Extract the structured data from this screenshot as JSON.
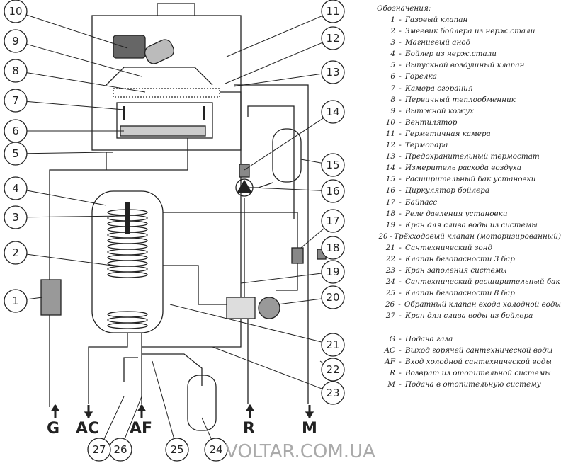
{
  "legend": {
    "title": "Обозначения:",
    "items": [
      {
        "key": "1",
        "label": "Газовый клапан"
      },
      {
        "key": "2",
        "label": "Змеевик бойлера из нерж.стали"
      },
      {
        "key": "3",
        "label": "Магниевый анод"
      },
      {
        "key": "4",
        "label": "Бойлер из нерж.стали"
      },
      {
        "key": "5",
        "label": "Выпускной воздушный клапан"
      },
      {
        "key": "6",
        "label": "Горелка"
      },
      {
        "key": "7",
        "label": "Камера сгорания"
      },
      {
        "key": "8",
        "label": "Первичный теплообменник"
      },
      {
        "key": "9",
        "label": "Вытжной кожух"
      },
      {
        "key": "10",
        "label": "Вентилятор"
      },
      {
        "key": "11",
        "label": "Герметичная камера"
      },
      {
        "key": "12",
        "label": "Термопара"
      },
      {
        "key": "13",
        "label": "Предохранительный термостат"
      },
      {
        "key": "14",
        "label": "Измеритель расхода воздуха"
      },
      {
        "key": "15",
        "label": "Расширительный бак установки"
      },
      {
        "key": "16",
        "label": "Циркулятор бойлера"
      },
      {
        "key": "17",
        "label": "Байпасс"
      },
      {
        "key": "18",
        "label": "Реле давления установки"
      },
      {
        "key": "19",
        "label": "Кран для слива воды из системы"
      },
      {
        "key": "20",
        "label": "Трёхходовый клапан (моторизированный)"
      },
      {
        "key": "21",
        "label": "Сантехнический зонд"
      },
      {
        "key": "22",
        "label": "Клапан безопасности 3 бар"
      },
      {
        "key": "23",
        "label": "Кран заполения системы"
      },
      {
        "key": "24",
        "label": "Сантехнический расширительный бак"
      },
      {
        "key": "25",
        "label": "Клапан безопасности 8 бар"
      },
      {
        "key": "26",
        "label": "Обратный клапан входа холодной воды"
      },
      {
        "key": "27",
        "label": "Кран для слива воды из бойлера"
      }
    ],
    "connections": [
      {
        "key": "G",
        "label": "Подача газа"
      },
      {
        "key": "AC",
        "label": "Выход горячей  сантехнической воды"
      },
      {
        "key": "AF",
        "label": "Вход холодной сантехнической воды"
      },
      {
        "key": "R",
        "label": "Возврат из отопительной системы"
      },
      {
        "key": "M",
        "label": "Подача в отопительную систему"
      }
    ]
  },
  "ports": {
    "g": "G",
    "ac": "AC",
    "af": "AF",
    "r": "R",
    "m": "M"
  },
  "callouts": [
    "1",
    "2",
    "3",
    "4",
    "5",
    "6",
    "7",
    "8",
    "9",
    "10",
    "11",
    "12",
    "13",
    "14",
    "15",
    "16",
    "17",
    "18",
    "19",
    "20",
    "21",
    "22",
    "23",
    "24",
    "25",
    "26",
    "27"
  ],
  "watermark": "VOLTAR.COM.UA",
  "colors": {
    "line": "#222222",
    "watermark": "#aaaaaa"
  }
}
